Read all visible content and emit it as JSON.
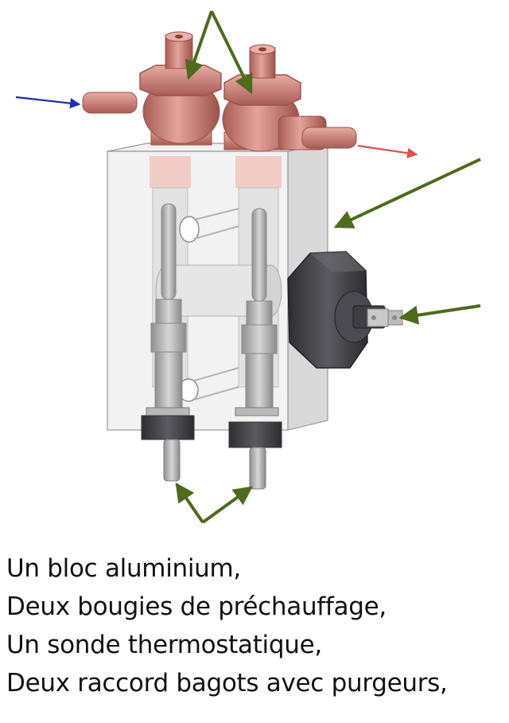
{
  "caption": {
    "lines": [
      "Un bloc aluminium,",
      "Deux bougies de préchauffage,",
      "Un sonde thermostatique,",
      "Deux raccord bagots avec purgeurs,"
    ]
  },
  "colors": {
    "inlet_arrow": "#1f2fb0",
    "outlet_arrow": "#e05050",
    "pointer_arrow": "#4e6a1e",
    "fitting": "#c97a72",
    "block": "#e6e6e6",
    "sensor": "#3e3e42"
  }
}
